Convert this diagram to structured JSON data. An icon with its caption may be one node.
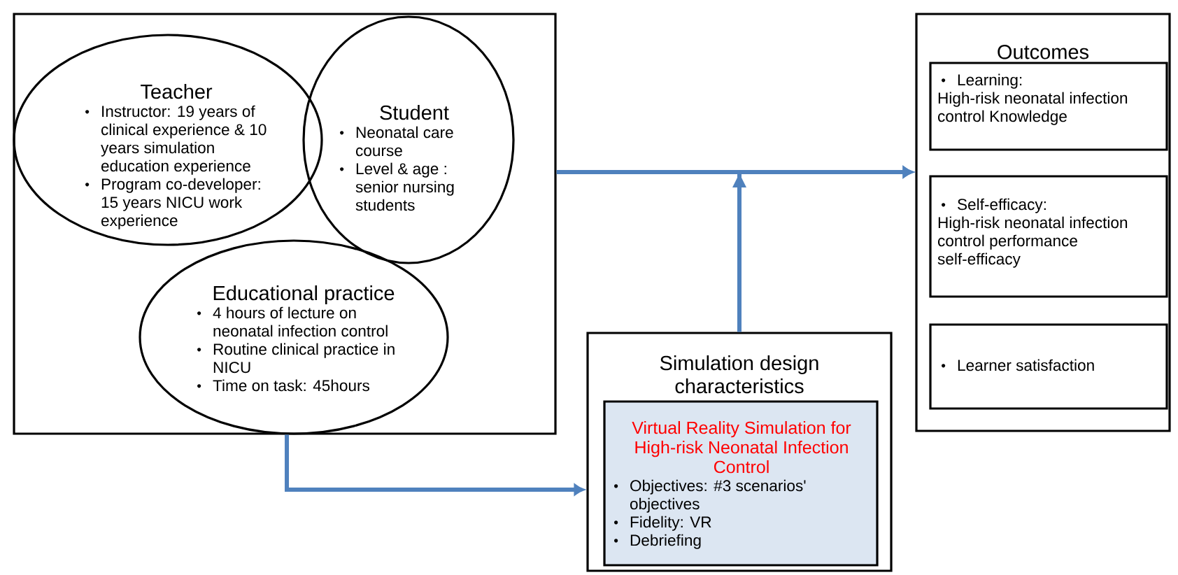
{
  "diagram": {
    "nodes": [
      {
        "text": [],
        "shape": "box"
      },
      {
        "text": [
          "Teacher",
          "Instructor: 19 years of clinical experience & 10 years simulation education experience",
          "Program co-developer: 15 years NICU work experience"
        ],
        "in": 0
      },
      {
        "text": [
          "Student",
          "Neonatal care course",
          "Level & age : senior nursing students"
        ],
        "in": 0
      },
      {
        "text": [
          "Educational practice",
          "4 hours of lecture on neonatal infection control",
          "Routine clinical practice in NICU",
          "Time on task: 45hours"
        ],
        "in": 0
      },
      {
        "text": [
          "Simulation design characteristics"
        ]
      },
      {
        "text": [
          "Virtual Reality Simulation for High-risk Neonatal Infection Control",
          "Objectives: #3 scenarios' objectives",
          "Fidelity: VR",
          "Debriefing"
        ],
        "in": 4
      },
      {
        "text": [
          "Outcomes"
        ]
      },
      {
        "text": [
          "Learning:",
          "High-risk neonatal infection control Knowledge"
        ],
        "in": 6
      },
      {
        "text": [
          "Self-efficacy:",
          "High-risk neonatal infection control performance self-efficacy"
        ],
        "in": 6
      },
      {
        "text": [
          "Learner satisfaction"
        ],
        "in": 6
      }
    ],
    "edges": [
      {
        "from": 0,
        "to": 6,
        "arrow": "to"
      },
      {
        "from": 4,
        "to": 6,
        "arrow": "to"
      },
      {
        "from": 0,
        "to": 4,
        "arrow": "to"
      }
    ]
  }
}
